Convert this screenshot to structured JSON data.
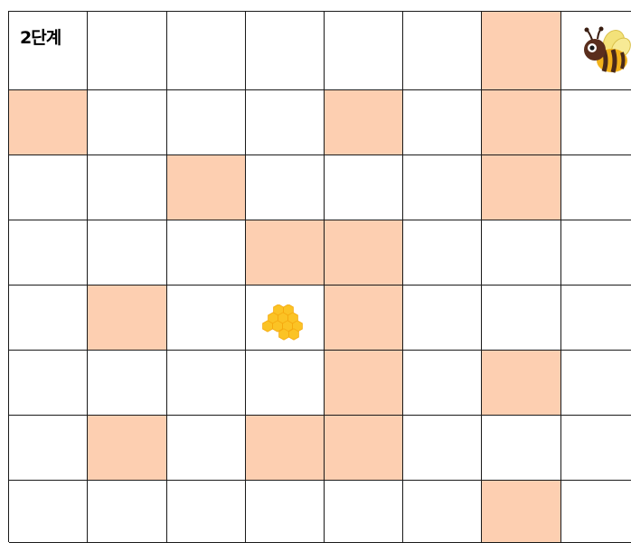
{
  "level": {
    "label": "2단계"
  },
  "board": {
    "rows": 8,
    "cols": 8,
    "colors": {
      "blocked": "#fdcfb1",
      "open": "#ffffff",
      "line": "#1a1a1a"
    },
    "blocked": [
      [
        0,
        6
      ],
      [
        1,
        0
      ],
      [
        1,
        4
      ],
      [
        1,
        6
      ],
      [
        2,
        2
      ],
      [
        2,
        6
      ],
      [
        3,
        3
      ],
      [
        3,
        4
      ],
      [
        4,
        1
      ],
      [
        4,
        4
      ],
      [
        5,
        4
      ],
      [
        5,
        6
      ],
      [
        6,
        1
      ],
      [
        6,
        3
      ],
      [
        6,
        4
      ],
      [
        7,
        6
      ]
    ],
    "bee": {
      "row": 0,
      "col": 7,
      "icon": "bee-icon"
    },
    "honey": {
      "row": 4,
      "col": 3,
      "icon": "honeycomb-icon"
    }
  }
}
